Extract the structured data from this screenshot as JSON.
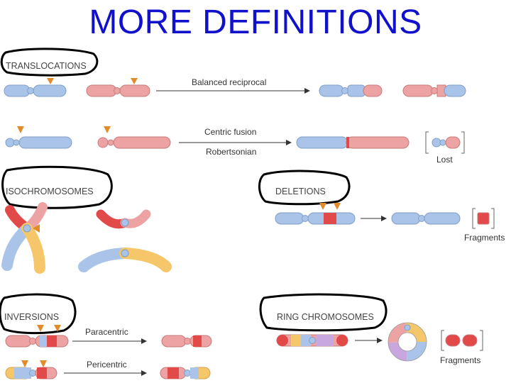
{
  "title": "MORE DEFINITIONS",
  "sections": {
    "translocations": "TRANSLOCATIONS",
    "isochromosomes": "ISOCHROMOSOMES",
    "deletions": "DELETIONS",
    "inversions": "INVERSIONS",
    "ring": "RING CHROMOSOMES"
  },
  "labels": {
    "balanced_reciprocal": "Balanced reciprocal",
    "centric_fusion": "Centric fusion",
    "robertsonian": "Robertsonian",
    "lost": "Lost",
    "fragments_deletion": "Fragments",
    "paracentric": "Paracentric",
    "pericentric": "Pericentric",
    "fragments_ring": "Fragments"
  },
  "colors": {
    "title": "#1111cc",
    "blue": "#a9c4e8",
    "pink": "#eda3a3",
    "red": "#e24a4a",
    "yellow": "#f5c66a",
    "purple": "#c7a7dd",
    "marker": "#e38a2a"
  }
}
